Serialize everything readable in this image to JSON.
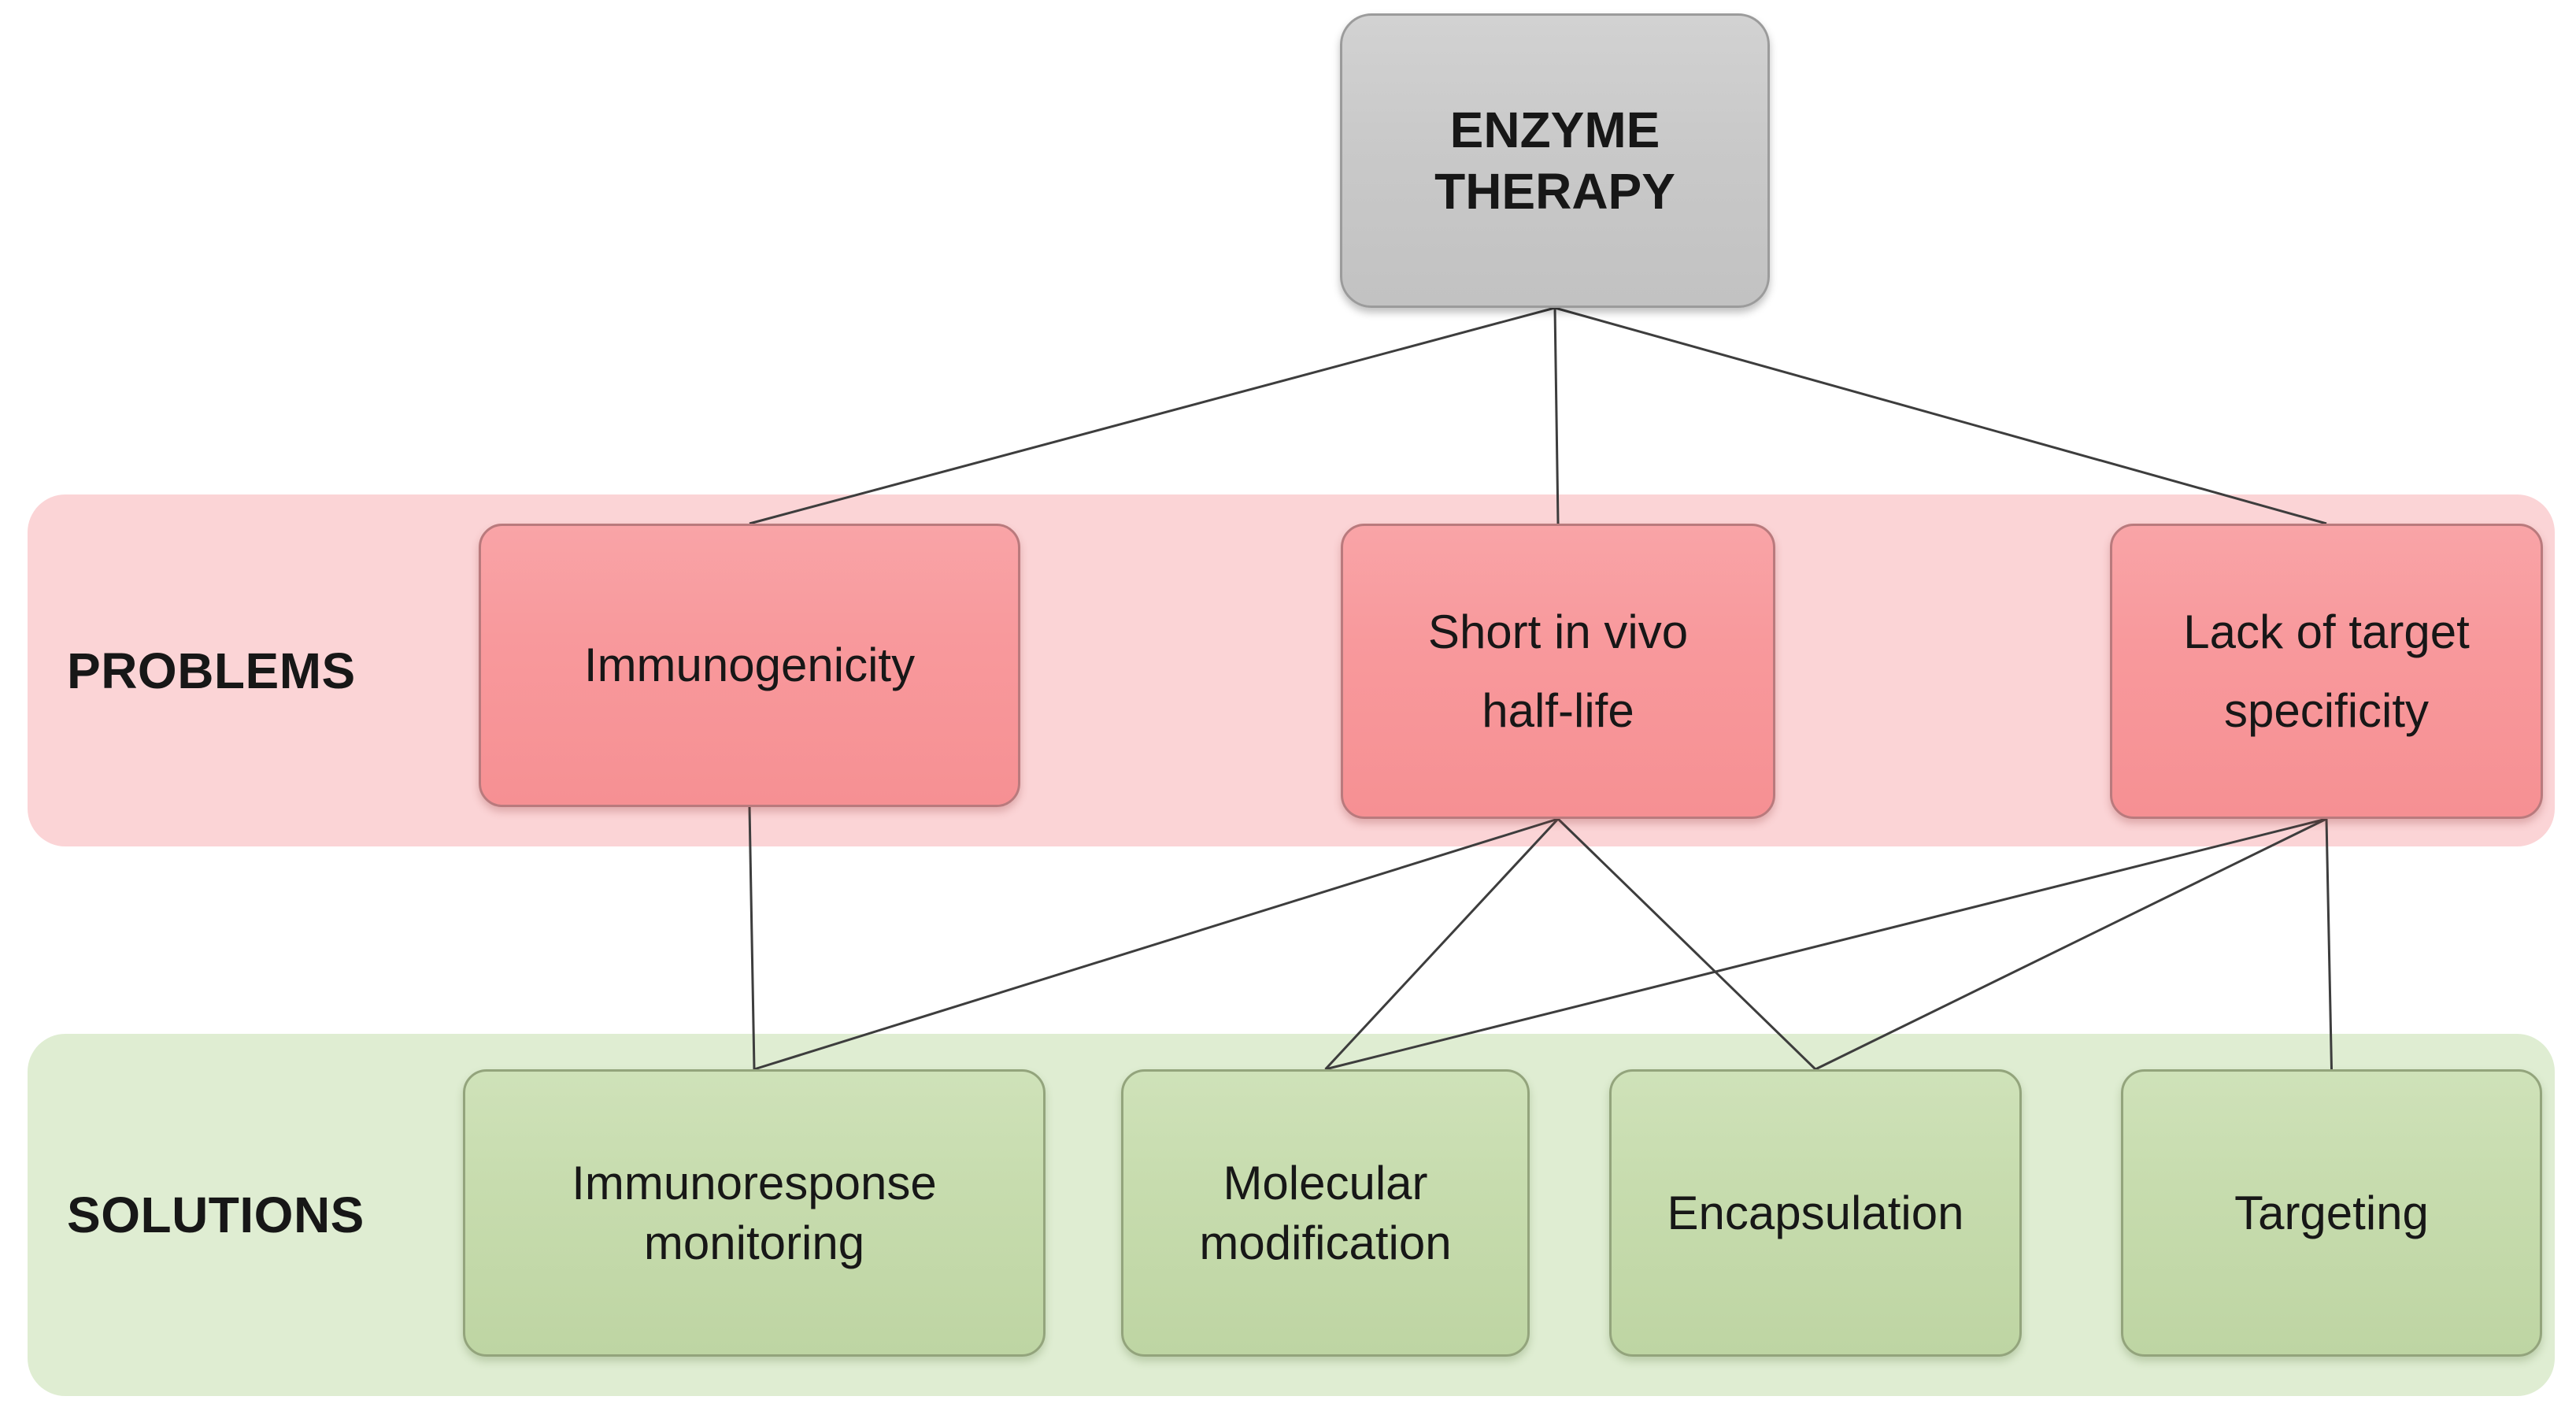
{
  "figure": {
    "type": "hierarchy-diagram",
    "title": "ENZYME\nTHERAPY"
  },
  "bands": [
    {
      "id": "problems",
      "label": "PROBLEMS"
    },
    {
      "id": "solutions",
      "label": "SOLUTIONS"
    }
  ],
  "nodes": [
    {
      "id": "enzyme",
      "type": "top",
      "label": "ENZYME\nTHERAPY"
    },
    {
      "id": "immunogenicity",
      "type": "problem",
      "label": "Immunogenicity"
    },
    {
      "id": "halflife",
      "type": "problem",
      "label": "Short in vivo\nhalf-life"
    },
    {
      "id": "lack",
      "type": "problem",
      "label": "Lack of target\nspecificity"
    },
    {
      "id": "immunoresponse",
      "type": "solution",
      "label": "Immunoresponse\nmonitoring"
    },
    {
      "id": "molecular",
      "type": "solution",
      "label": "Molecular\nmodification"
    },
    {
      "id": "encapsulation",
      "type": "solution",
      "label": "Encapsulation"
    },
    {
      "id": "targeting",
      "type": "solution",
      "label": "Targeting"
    }
  ],
  "edges": [
    [
      "enzyme",
      "immunogenicity"
    ],
    [
      "enzyme",
      "halflife"
    ],
    [
      "enzyme",
      "lack"
    ],
    [
      "immunogenicity",
      "immunoresponse"
    ],
    [
      "halflife",
      "immunoresponse"
    ],
    [
      "halflife",
      "molecular"
    ],
    [
      "halflife",
      "encapsulation"
    ],
    [
      "lack",
      "molecular"
    ],
    [
      "lack",
      "encapsulation"
    ],
    [
      "lack",
      "targeting"
    ]
  ],
  "colors": {
    "top_box_fill": "#C9C9C9",
    "top_box_border": "#9B9B9B",
    "problem_box_fill": "#F8999C",
    "problem_box_border": "#B97A7D",
    "problem_band_fill": "#FBD4D6",
    "solution_box_fill": "#C7DCAE",
    "solution_box_border": "#93A47C",
    "solution_band_fill": "#DFEDD2",
    "connector": "#3D3D3D",
    "text": "#171717",
    "background": "#FFFFFF"
  }
}
